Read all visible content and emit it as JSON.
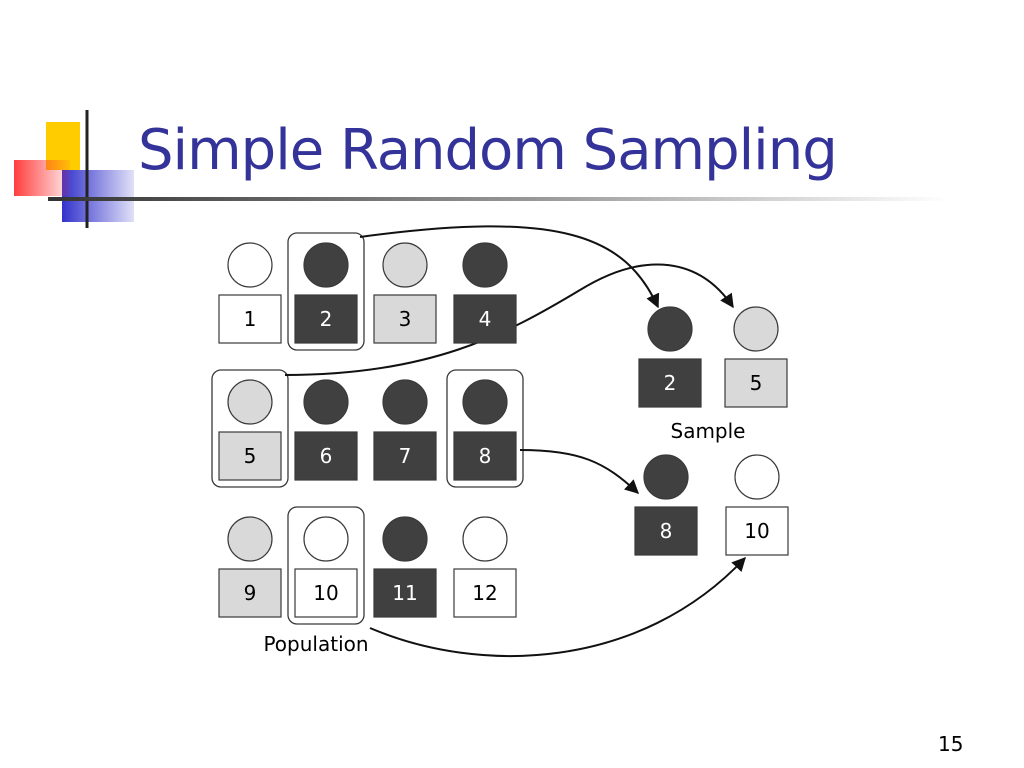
{
  "slide": {
    "title": "Simple Random Sampling",
    "page_number": "15"
  },
  "colors": {
    "title": "#333399",
    "dark": "#404040",
    "light": "#d9d9d9",
    "white": "#ffffff",
    "outline": "#3a3a3a",
    "deco_yellow": "#ffcc00",
    "deco_blue": "#3333cc",
    "deco_red": "#ff3333"
  },
  "diagram": {
    "population_label": "Population",
    "sample_label": "Sample",
    "population": [
      {
        "id": "1",
        "shade": "white",
        "selected": false
      },
      {
        "id": "2",
        "shade": "dark",
        "selected": true
      },
      {
        "id": "3",
        "shade": "light",
        "selected": false
      },
      {
        "id": "4",
        "shade": "dark",
        "selected": false
      },
      {
        "id": "5",
        "shade": "light",
        "selected": true
      },
      {
        "id": "6",
        "shade": "dark",
        "selected": false
      },
      {
        "id": "7",
        "shade": "dark",
        "selected": false
      },
      {
        "id": "8",
        "shade": "dark",
        "selected": true
      },
      {
        "id": "9",
        "shade": "light",
        "selected": false
      },
      {
        "id": "10",
        "shade": "white",
        "selected": true
      },
      {
        "id": "11",
        "shade": "dark",
        "selected": false
      },
      {
        "id": "12",
        "shade": "white",
        "selected": false
      }
    ],
    "sample": [
      {
        "id": "2",
        "shade": "dark"
      },
      {
        "id": "5",
        "shade": "light"
      },
      {
        "id": "8",
        "shade": "dark"
      },
      {
        "id": "10",
        "shade": "white"
      }
    ]
  }
}
